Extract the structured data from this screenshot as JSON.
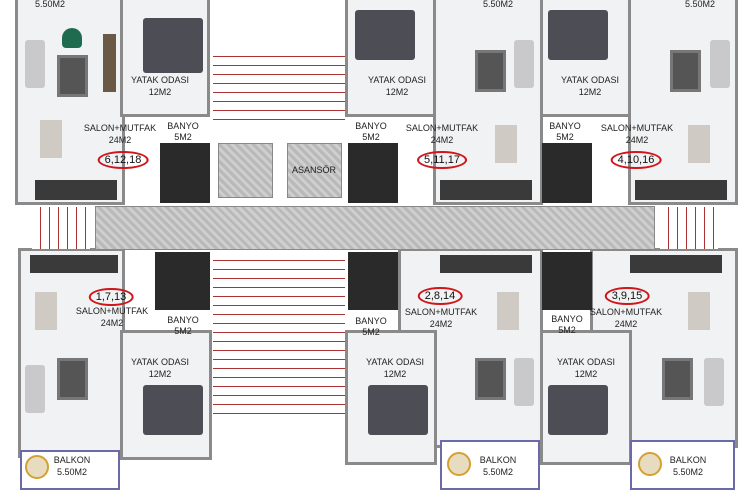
{
  "units": {
    "top_left": {
      "number": "6,12,18",
      "salon": "SALON+MUTFAK",
      "salon_area": "24M2",
      "bed": "YATAK ODASI",
      "bed_area": "12M2",
      "bath": "BANYO",
      "bath_area": "5M2",
      "balkon_area": "5.50M2"
    },
    "top_mid": {
      "number": "5,11,17",
      "salon": "SALON+MUTFAK",
      "salon_area": "24M2",
      "bed": "YATAK ODASI",
      "bed_area": "12M2",
      "bath": "BANYO",
      "bath_area": "5M2",
      "balkon_area": "5.50M2"
    },
    "top_right": {
      "number": "4,10,16",
      "salon": "SALON+MUTFAK",
      "salon_area": "24M2",
      "bed": "YATAK ODASI",
      "bed_area": "12M2",
      "bath": "BANYO",
      "bath_area": "5M2",
      "balkon_area": "5.50M2"
    },
    "bot_left": {
      "number": "1,7,13",
      "salon": "SALON+MUTFAK",
      "salon_area": "24M2",
      "bed": "YATAK ODASI",
      "bed_area": "12M2",
      "bath": "BANYO",
      "bath_area": "5M2",
      "balkon": "BALKON",
      "balkon_area": "5.50M2"
    },
    "bot_mid": {
      "number": "2,8,14",
      "salon": "SALON+MUTFAK",
      "salon_area": "24M2",
      "bed": "YATAK ODASI",
      "bed_area": "12M2",
      "bath": "BANYO",
      "bath_area": "5M2",
      "balkon": "BALKON",
      "balkon_area": "5.50M2"
    },
    "bot_right": {
      "number": "3,9,15",
      "salon": "SALON+MUTFAK",
      "salon_area": "24M2",
      "bed": "YATAK ODASI",
      "bed_area": "12M2",
      "bath": "BANYO",
      "bath_area": "5M2",
      "balkon": "BALKON",
      "balkon_area": "5.50M2"
    }
  },
  "core": {
    "elevator": "ASANSÖR"
  },
  "colors": {
    "unit_number_ring": "#d0161b",
    "stairs": "#a33333",
    "wall": "#8a8a8a"
  }
}
